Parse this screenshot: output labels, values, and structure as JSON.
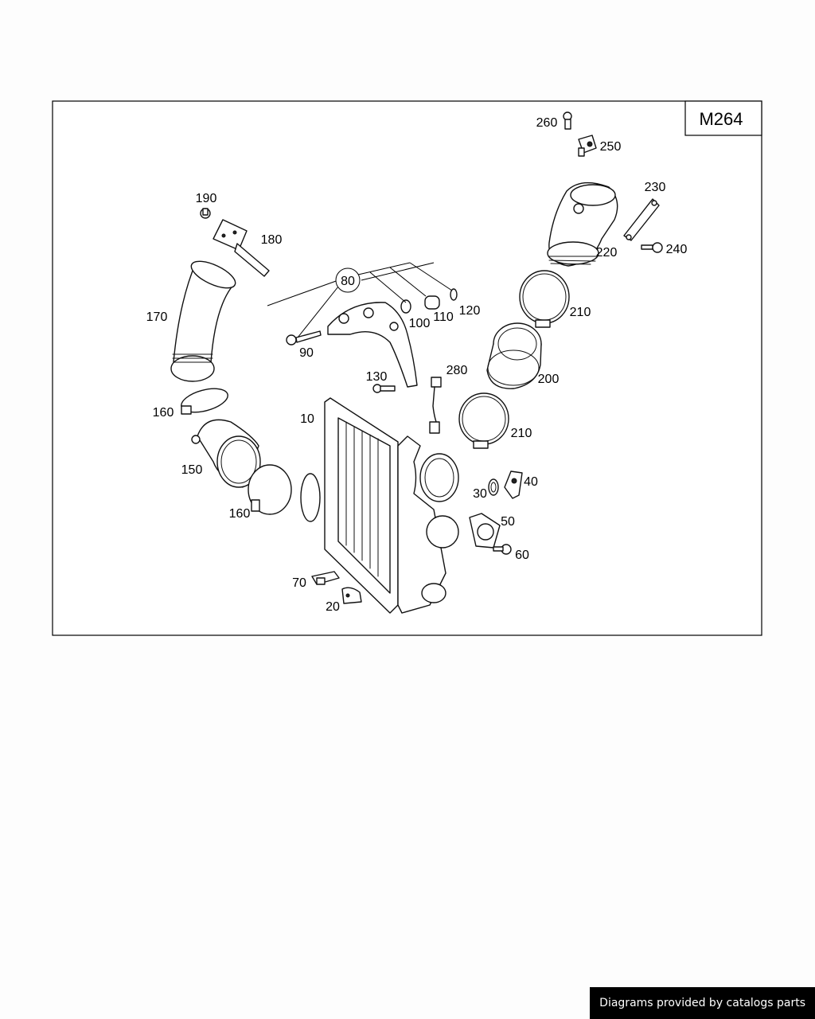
{
  "diagram": {
    "model_code": "M264",
    "callouts": {
      "p10": "10",
      "p20": "20",
      "p30": "30",
      "p40": "40",
      "p50": "50",
      "p60": "60",
      "p70": "70",
      "p80": "80",
      "p90": "90",
      "p100": "100",
      "p110": "110",
      "p120": "120",
      "p130": "130",
      "p150": "150",
      "p160a": "160",
      "p160b": "160",
      "p170": "170",
      "p180": "180",
      "p190": "190",
      "p200": "200",
      "p210a": "210",
      "p210b": "210",
      "p220": "220",
      "p230": "230",
      "p240": "240",
      "p250": "250",
      "p260": "260",
      "p280": "280"
    }
  },
  "footer": {
    "credit": "Diagrams provided by catalogs parts"
  }
}
